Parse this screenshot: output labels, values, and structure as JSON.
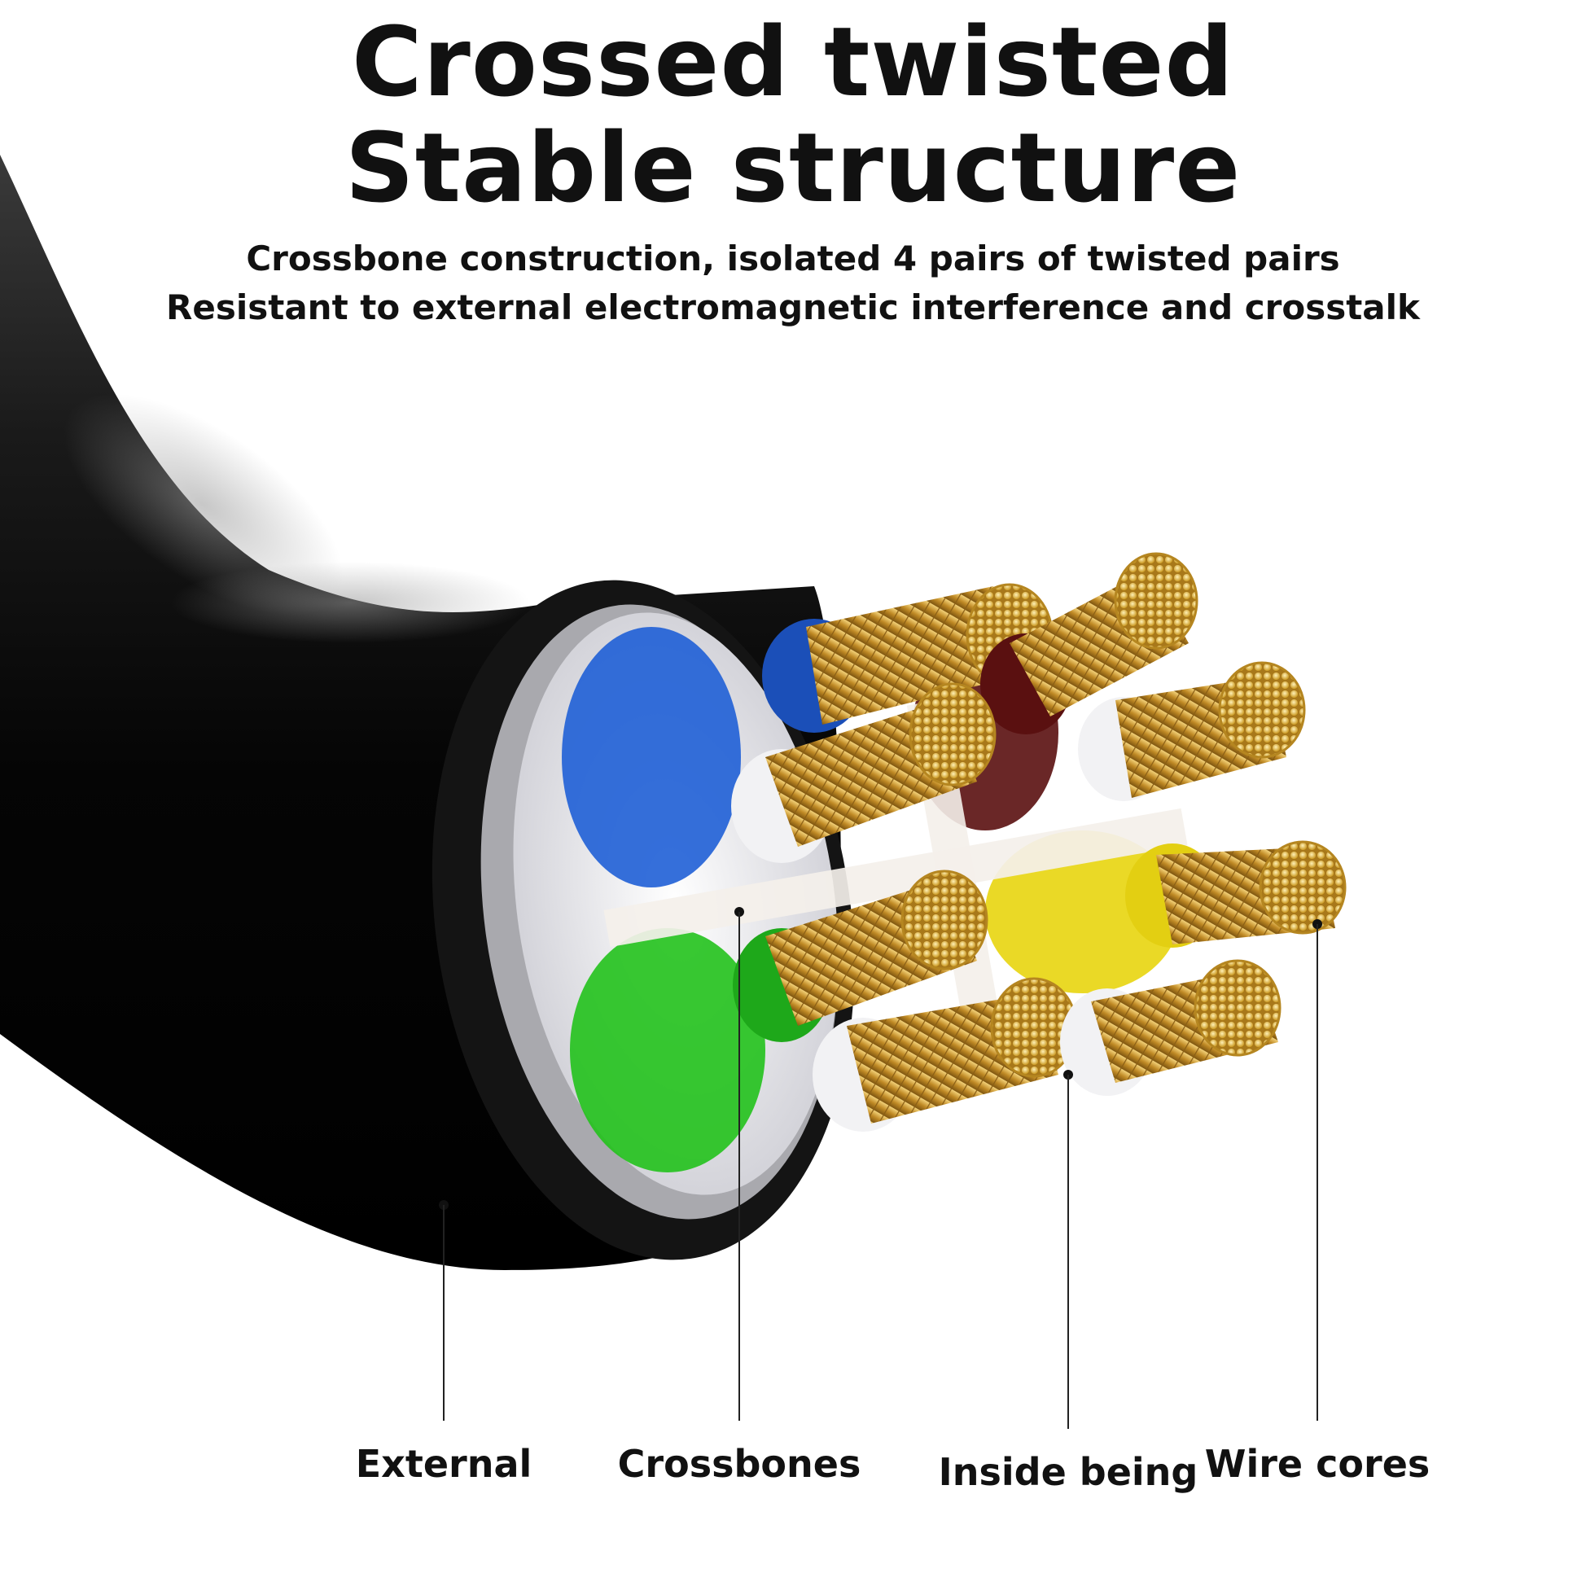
{
  "title": {
    "line1": "Crossed twisted",
    "line2": "Stable structure"
  },
  "subtitle": {
    "line1": "Crossbone construction, isolated 4 pairs of twisted pairs",
    "line2": "Resistant to external electromagnetic interference and crosstalk"
  },
  "callouts": [
    {
      "label": "External"
    },
    {
      "label": "Crossbones"
    },
    {
      "label": "Inside being"
    },
    {
      "label": "Wire cores"
    }
  ],
  "colors": {
    "jacket": "#0d0d0d",
    "copper": "#c8962e",
    "blue": "#1f5fd6",
    "green": "#22c21c",
    "yellow": "#e9d71a",
    "brown": "#5a1010",
    "white_insulation": "#f2f2f4"
  }
}
